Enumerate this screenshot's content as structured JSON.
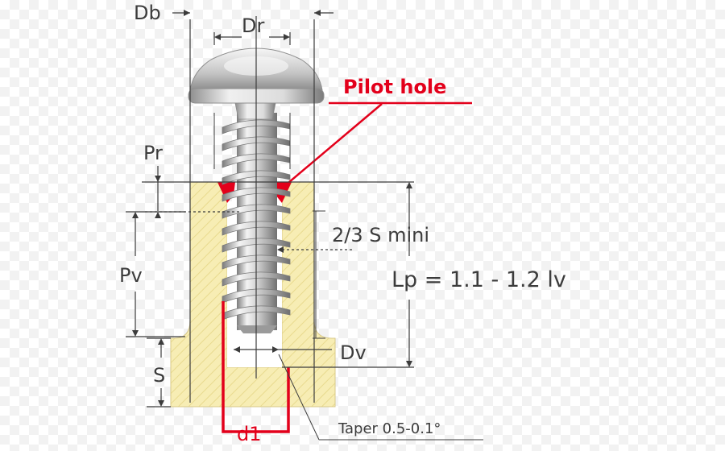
{
  "labels": {
    "db": "Db",
    "dr": "Dr",
    "pilot_hole": "Pilot hole",
    "pr": "Pr",
    "pv": "Pv",
    "s": "S",
    "two_thirds": "2/3 S mini",
    "lp": "Lp = 1.1 - 1.2 lv",
    "dv": "Dv",
    "d1": "d1",
    "taper": "Taper 0.5-0.1°"
  },
  "colors": {
    "boss": "#f7edb4",
    "hatch": "#e2d27e",
    "accent_red": "#e3001b",
    "line": "#3c3c3c",
    "screw_light": "#e6e6e6",
    "screw_dark": "#8a8a8a"
  }
}
